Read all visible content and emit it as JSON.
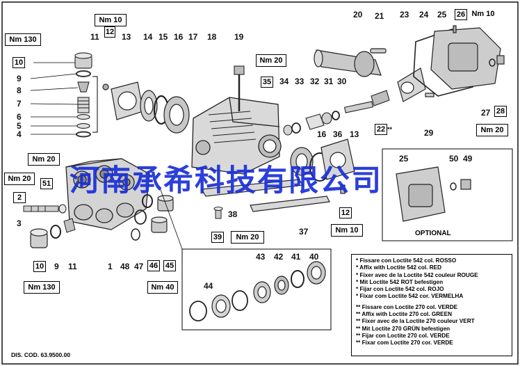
{
  "watermark": "河南承希科技有限公司",
  "drawing_code": "DIS. COD. 63.9500.00",
  "optional_label": "OPTIONAL",
  "legend": {
    "loctite542": [
      "* Fissare con Loctite 542 col. ROSSO",
      "* Affix with Loctite 542 col. RED",
      "* Fixer avec de la Loctite 542 couleur ROUGE",
      "* Mit Loctite 542 ROT befestigen",
      "* Fijar con Loctite 542 col. ROJO",
      "* Fixar com Loctite 542 cor. VERMELHA"
    ],
    "loctite270": [
      "** Fissare con Loctite 270 col. VERDE",
      "** Affix with Loctite 270 col. GREEN",
      "** Fixer avec de la Loctite 270 couleur VERT",
      "** Mit Loctite 270 GRÜN befestigen",
      "** Fijar con Loctite 270 col. VERDE",
      "** Fixar com Loctite 270 cor. VERDE"
    ]
  },
  "torque_labels": {
    "nm10_top": "Nm 10",
    "nm130_top": "Nm 130",
    "nm20_mid": "Nm 20",
    "nm20_left": "Nm 20",
    "nm20_valve": "Nm 20",
    "nm20_right": "Nm 20",
    "nm10_right": "Nm 10",
    "nm10_bottom": "Nm 10",
    "nm20_bottom": "Nm 20",
    "nm40": "Nm 40",
    "nm130_bottom": "Nm 130"
  },
  "boxed_numbers": {
    "b12_top": "12",
    "b10_top": "10",
    "b35": "35",
    "b26": "26",
    "b28": "28",
    "b22": "22",
    "b51": "51",
    "b2": "2",
    "b12_bottom": "12",
    "b39": "39",
    "b46": "46",
    "b45": "45",
    "b10_bottom": "10"
  },
  "part_numbers": {
    "n11a": "11",
    "n13a": "13",
    "n14": "14",
    "n15": "15",
    "n16a": "16",
    "n17": "17",
    "n18": "18",
    "n19": "19",
    "n20": "20",
    "n21": "21",
    "n23": "23",
    "n24": "24",
    "n25a": "25",
    "n9a": "9",
    "n8": "8",
    "n7": "7",
    "n6": "6",
    "n5": "5",
    "n4": "4",
    "n34": "34",
    "n33": "33",
    "n32": "32",
    "n31": "31",
    "n30": "30",
    "n27": "27",
    "n29": "29",
    "n16b": "16",
    "n36": "36",
    "n13b": "13",
    "n25b": "25",
    "n50": "50",
    "n49": "49",
    "n3": "3",
    "n38": "38",
    "n37": "37",
    "n11b": "11",
    "n1": "1",
    "n48": "48",
    "n47": "47",
    "n9b": "9",
    "n43": "43",
    "n42": "42",
    "n41": "41",
    "n40": "40",
    "n44": "44",
    "b22_suffix": "**"
  }
}
